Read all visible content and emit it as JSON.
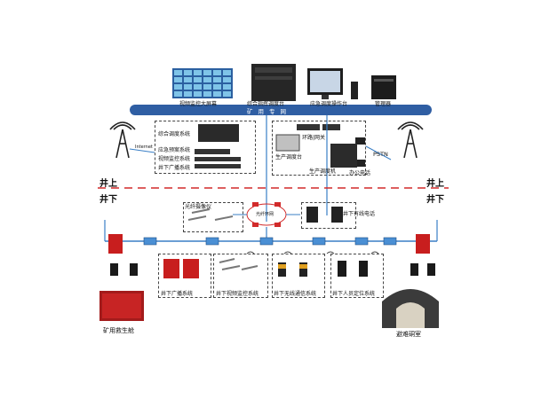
{
  "top": {
    "video_wall_label": "视频监控大屏幕",
    "console_label": "综合指挥调度台",
    "emergency_label": "应急调度操作台",
    "server_label": "管理器"
  },
  "bus": {
    "label": "矿用专网"
  },
  "systems": {
    "integrated_dispatch": "综合调度系统",
    "emergency_plan": "应急预案系统",
    "video_monitor": "视频监控系统",
    "underground_broadcast": "井下广播系统"
  },
  "right_top": {
    "ring_gateway": "环路|网关",
    "prod_console": "生产调度台",
    "prod_dispatcher": "生产调度机",
    "office_phone": "办公电话",
    "pstn": "PSTN",
    "internet": "Internet"
  },
  "levels": {
    "above": "井上",
    "below": "井下"
  },
  "underground": {
    "fiber_camera": "光纤摄像仪",
    "fiber_ring": "光纤环网",
    "wired_phone": "井下有线电话",
    "broadcast_sys": "井下广播系统",
    "video_sys": "井下视频监控系统",
    "wireless_sys": "井下无线通信系统",
    "personnel_sys": "井下人员定位系统",
    "rescue_capsule": "矿用救生舱",
    "refuge_chamber": "避难硐室"
  },
  "colors": {
    "bus": "#2f5ea3",
    "link": "#3a7fc6",
    "danger": "#d22a2a",
    "device": "#c81e1e"
  }
}
